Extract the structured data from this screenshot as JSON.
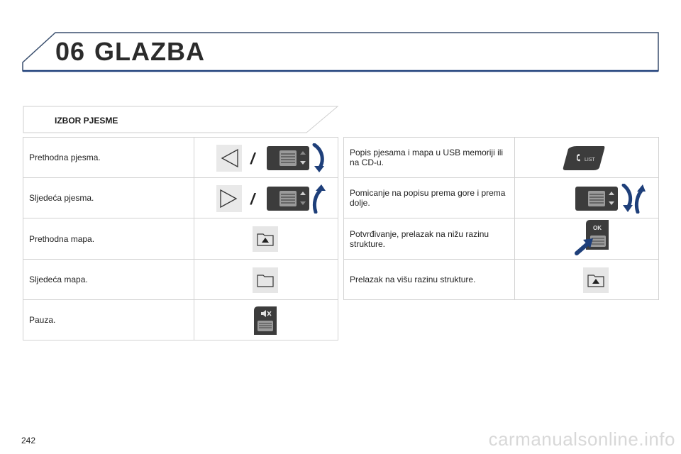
{
  "header": {
    "chapter_number": "06",
    "chapter_title": "GLAZBA"
  },
  "section": {
    "title": "IZBOR PJESME"
  },
  "left_table": {
    "rows": [
      {
        "label": "Prethodna pjesma.",
        "separator": "/",
        "icons": [
          "previous-triangle-icon",
          "scroll-wheel-up-icon",
          "rotate-down-arrow-icon"
        ]
      },
      {
        "label": "Sljedeća pjesma.",
        "separator": "/",
        "icons": [
          "next-triangle-icon",
          "scroll-wheel-down-icon",
          "rotate-up-arrow-icon"
        ]
      },
      {
        "label": "Prethodna mapa.",
        "icons": [
          "folder-up-icon"
        ]
      },
      {
        "label": "Sljedeća mapa.",
        "icons": [
          "folder-icon"
        ]
      },
      {
        "label": "Pauza.",
        "icons": [
          "mute-wheel-button-icon"
        ]
      }
    ]
  },
  "right_table": {
    "rows": [
      {
        "label": "Popis pjesama i mapa u USB memoriji ili na CD-u.",
        "icons": [
          "list-button-icon"
        ],
        "button_text": "LIST"
      },
      {
        "label": "Pomicanje na popisu prema gore i prema dolje.",
        "icons": [
          "scroll-wheel-icon",
          "rotate-up-down-arrows-icon"
        ]
      },
      {
        "label": "Potvrđivanje, prelazak na nižu razinu strukture.",
        "icons": [
          "ok-button-icon",
          "press-arrow-icon"
        ],
        "button_text": "OK"
      },
      {
        "label": "Prelazak na višu razinu strukture.",
        "icons": [
          "folder-up-icon"
        ]
      }
    ]
  },
  "footer": {
    "page_number": "242",
    "watermark": "carmanualsonline.info"
  },
  "colors": {
    "accent_blue": "#1e3f7a",
    "button_dark": "#3a3a3a",
    "border": "#d2d2d2"
  }
}
